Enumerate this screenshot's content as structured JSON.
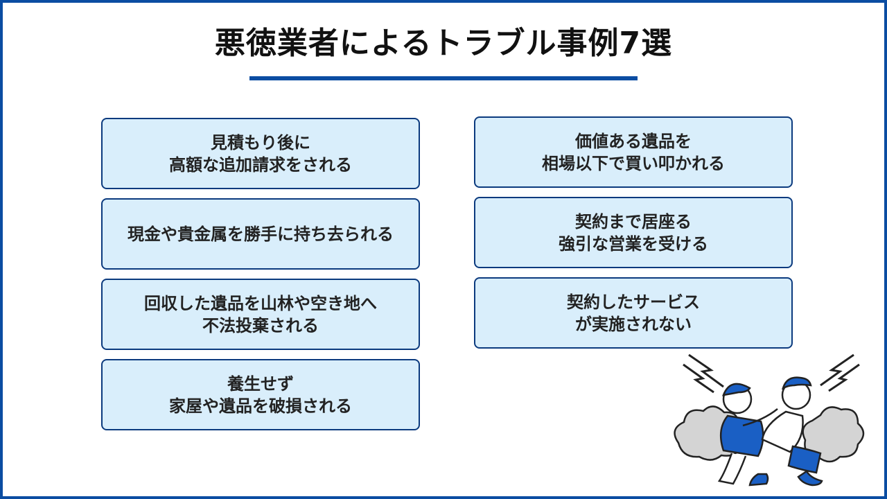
{
  "title": "悪徳業者によるトラブル事例7選",
  "cases": [
    {
      "line1": "見積もり後に",
      "line2": "高額な追加請求をされる"
    },
    {
      "line1": "価値ある遺品を",
      "line2": "相場以下で買い叩かれる"
    },
    {
      "line1": "現金や貴金属を勝手に持ち去られる",
      "line2": ""
    },
    {
      "line1": "契約まで居座る",
      "line2": "強引な営業を受ける"
    },
    {
      "line1": "回収した遺品を山林や空き地へ",
      "line2": "不法投棄される"
    },
    {
      "line1": "契約したサービス",
      "line2": "が実施されない"
    },
    {
      "line1": "養生せず",
      "line2": "家屋や遺品を破損される"
    }
  ],
  "colors": {
    "accent": "#0b4da2",
    "card_fill": "#d9eefb",
    "card_border": "#0b3a7e"
  },
  "illustration": {
    "icon": "dispute-fight-illustration"
  }
}
